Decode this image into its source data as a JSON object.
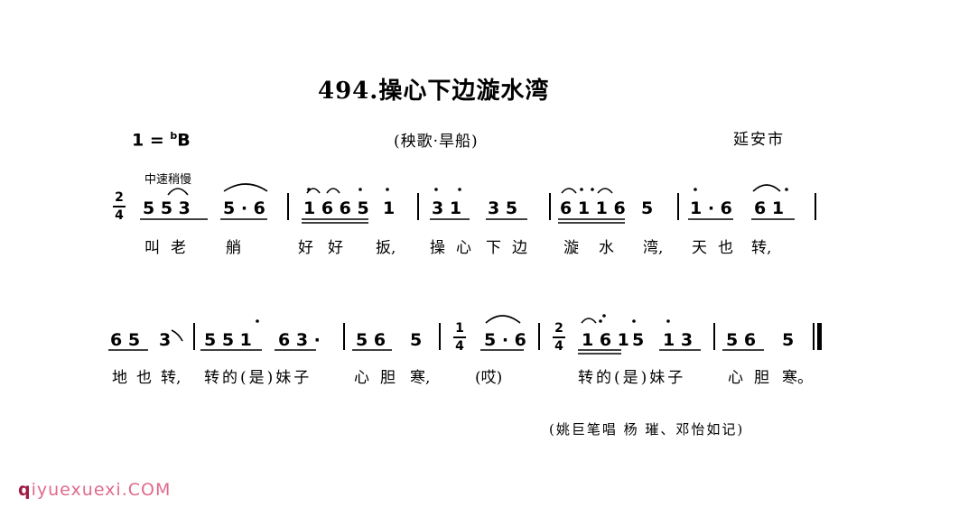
{
  "title": "494.操心下边漩水湾",
  "key": {
    "prefix": "1 = ",
    "flat": "b",
    "note": "B"
  },
  "genre": "(秧歌·旱船)",
  "region": "延安市",
  "tempo": "中速稍慢",
  "time_signatures": {
    "first": {
      "top": "2",
      "bottom": "4"
    },
    "second": {
      "top": "1",
      "bottom": "4"
    },
    "third": {
      "top": "2",
      "bottom": "4"
    }
  },
  "line1": {
    "notes": [
      "5 5 3",
      "5 · 6",
      "1 6 6 5",
      "1",
      "3 1",
      "3 5",
      "6 1 1 6",
      "5",
      "1 · 6",
      "6 1"
    ],
    "lyrics": [
      "叫老",
      "艄",
      "好好",
      "扳,",
      "操心",
      "下边",
      "漩水",
      "湾,",
      "天也",
      "转,"
    ]
  },
  "line2": {
    "notes": [
      "6 5",
      "3",
      "5 5 1",
      "6 3 ·",
      "5 6",
      "5",
      "5 · 6",
      "1 6 1",
      "5",
      "1 3",
      "5 6",
      "5"
    ],
    "lyrics": [
      "地也",
      "转,",
      "转的(是)妹子",
      "心胆",
      "寒,",
      "(哎)",
      "转的(是)妹子",
      "心胆",
      "寒。"
    ]
  },
  "credit": "(姚巨笔唱     杨  璀、邓怡如记)",
  "watermark": {
    "first_letter": "q",
    "rest": "iyuexuexi.COM"
  }
}
